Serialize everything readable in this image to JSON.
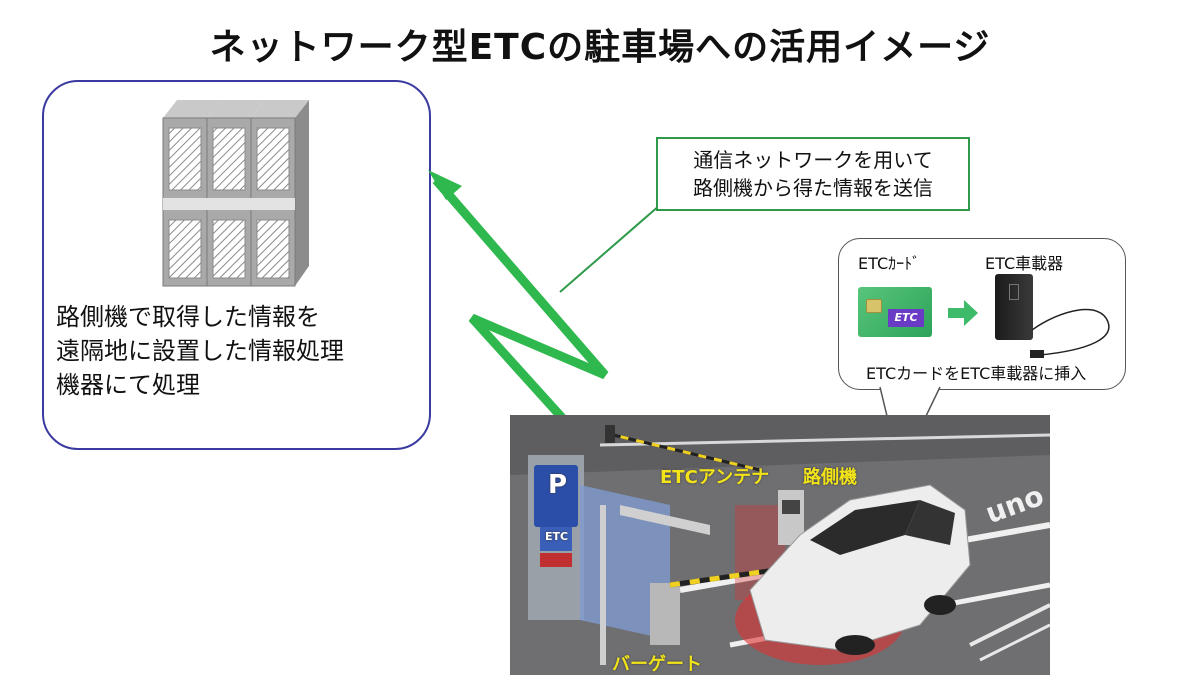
{
  "title": "ネットワーク型ETCの駐車場への活用イメージ",
  "server": {
    "description": [
      "路側機で取得した情報を",
      "遠隔地に設置した情報処理",
      "機器にて処理"
    ]
  },
  "network_callout": {
    "lines": [
      "通信ネットワークを用いて",
      "路側機から得た情報を送信"
    ]
  },
  "onboard_bubble": {
    "card_label": "ETCｶｰﾄﾞ",
    "unit_label": "ETC車載器",
    "card_logo": "ETC",
    "caption": "ETCカードをETC車載器に挿入"
  },
  "scene": {
    "antenna_label": "ETCアンテナ",
    "roadside_label": "路側機",
    "gate_label": "バーゲート",
    "parking_sign_letter": "P",
    "parking_sign_sub": "ETC",
    "road_marking": "uno"
  },
  "colors": {
    "arrow_green": "#2fb84d",
    "box_border": "#3a3aa0",
    "label_yellow": "#f2e418",
    "detection_red": "#e03030"
  }
}
